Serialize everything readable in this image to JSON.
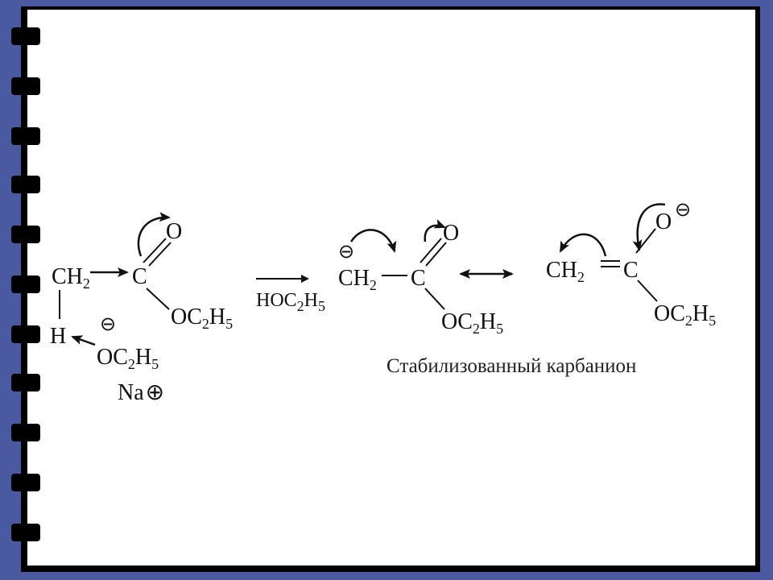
{
  "step1": {
    "ch2": "CH",
    "ch2_sub": "2",
    "c": "C",
    "o": "O",
    "oc2h5_o": "OC",
    "oc2h5_2": "2",
    "oc2h5_h": "H",
    "oc2h5_5": "5",
    "h": "H",
    "base_minus": "⊖",
    "base_o": "OC",
    "base_2": "2",
    "base_h": "H",
    "base_5": "5",
    "na": "Na",
    "na_plus": "⊕"
  },
  "arrow": {
    "byproduct_hoc": "HOC",
    "byproduct_2": "2",
    "byproduct_h": "H",
    "byproduct_5": "5"
  },
  "step2": {
    "minus": "⊖",
    "ch2": "CH",
    "ch2_sub": "2",
    "c": "C",
    "o": "O",
    "oc2h5_o": "OC",
    "oc2h5_2": "2",
    "oc2h5_h": "H",
    "oc2h5_5": "5"
  },
  "step3": {
    "ch2": "CH",
    "ch2_sub": "2",
    "c": "C",
    "o": "O",
    "o_minus": "⊖",
    "oc2h5_o": "OC",
    "oc2h5_2": "2",
    "oc2h5_h": "H",
    "oc2h5_5": "5"
  },
  "caption": "Стабилизованный карбанион"
}
